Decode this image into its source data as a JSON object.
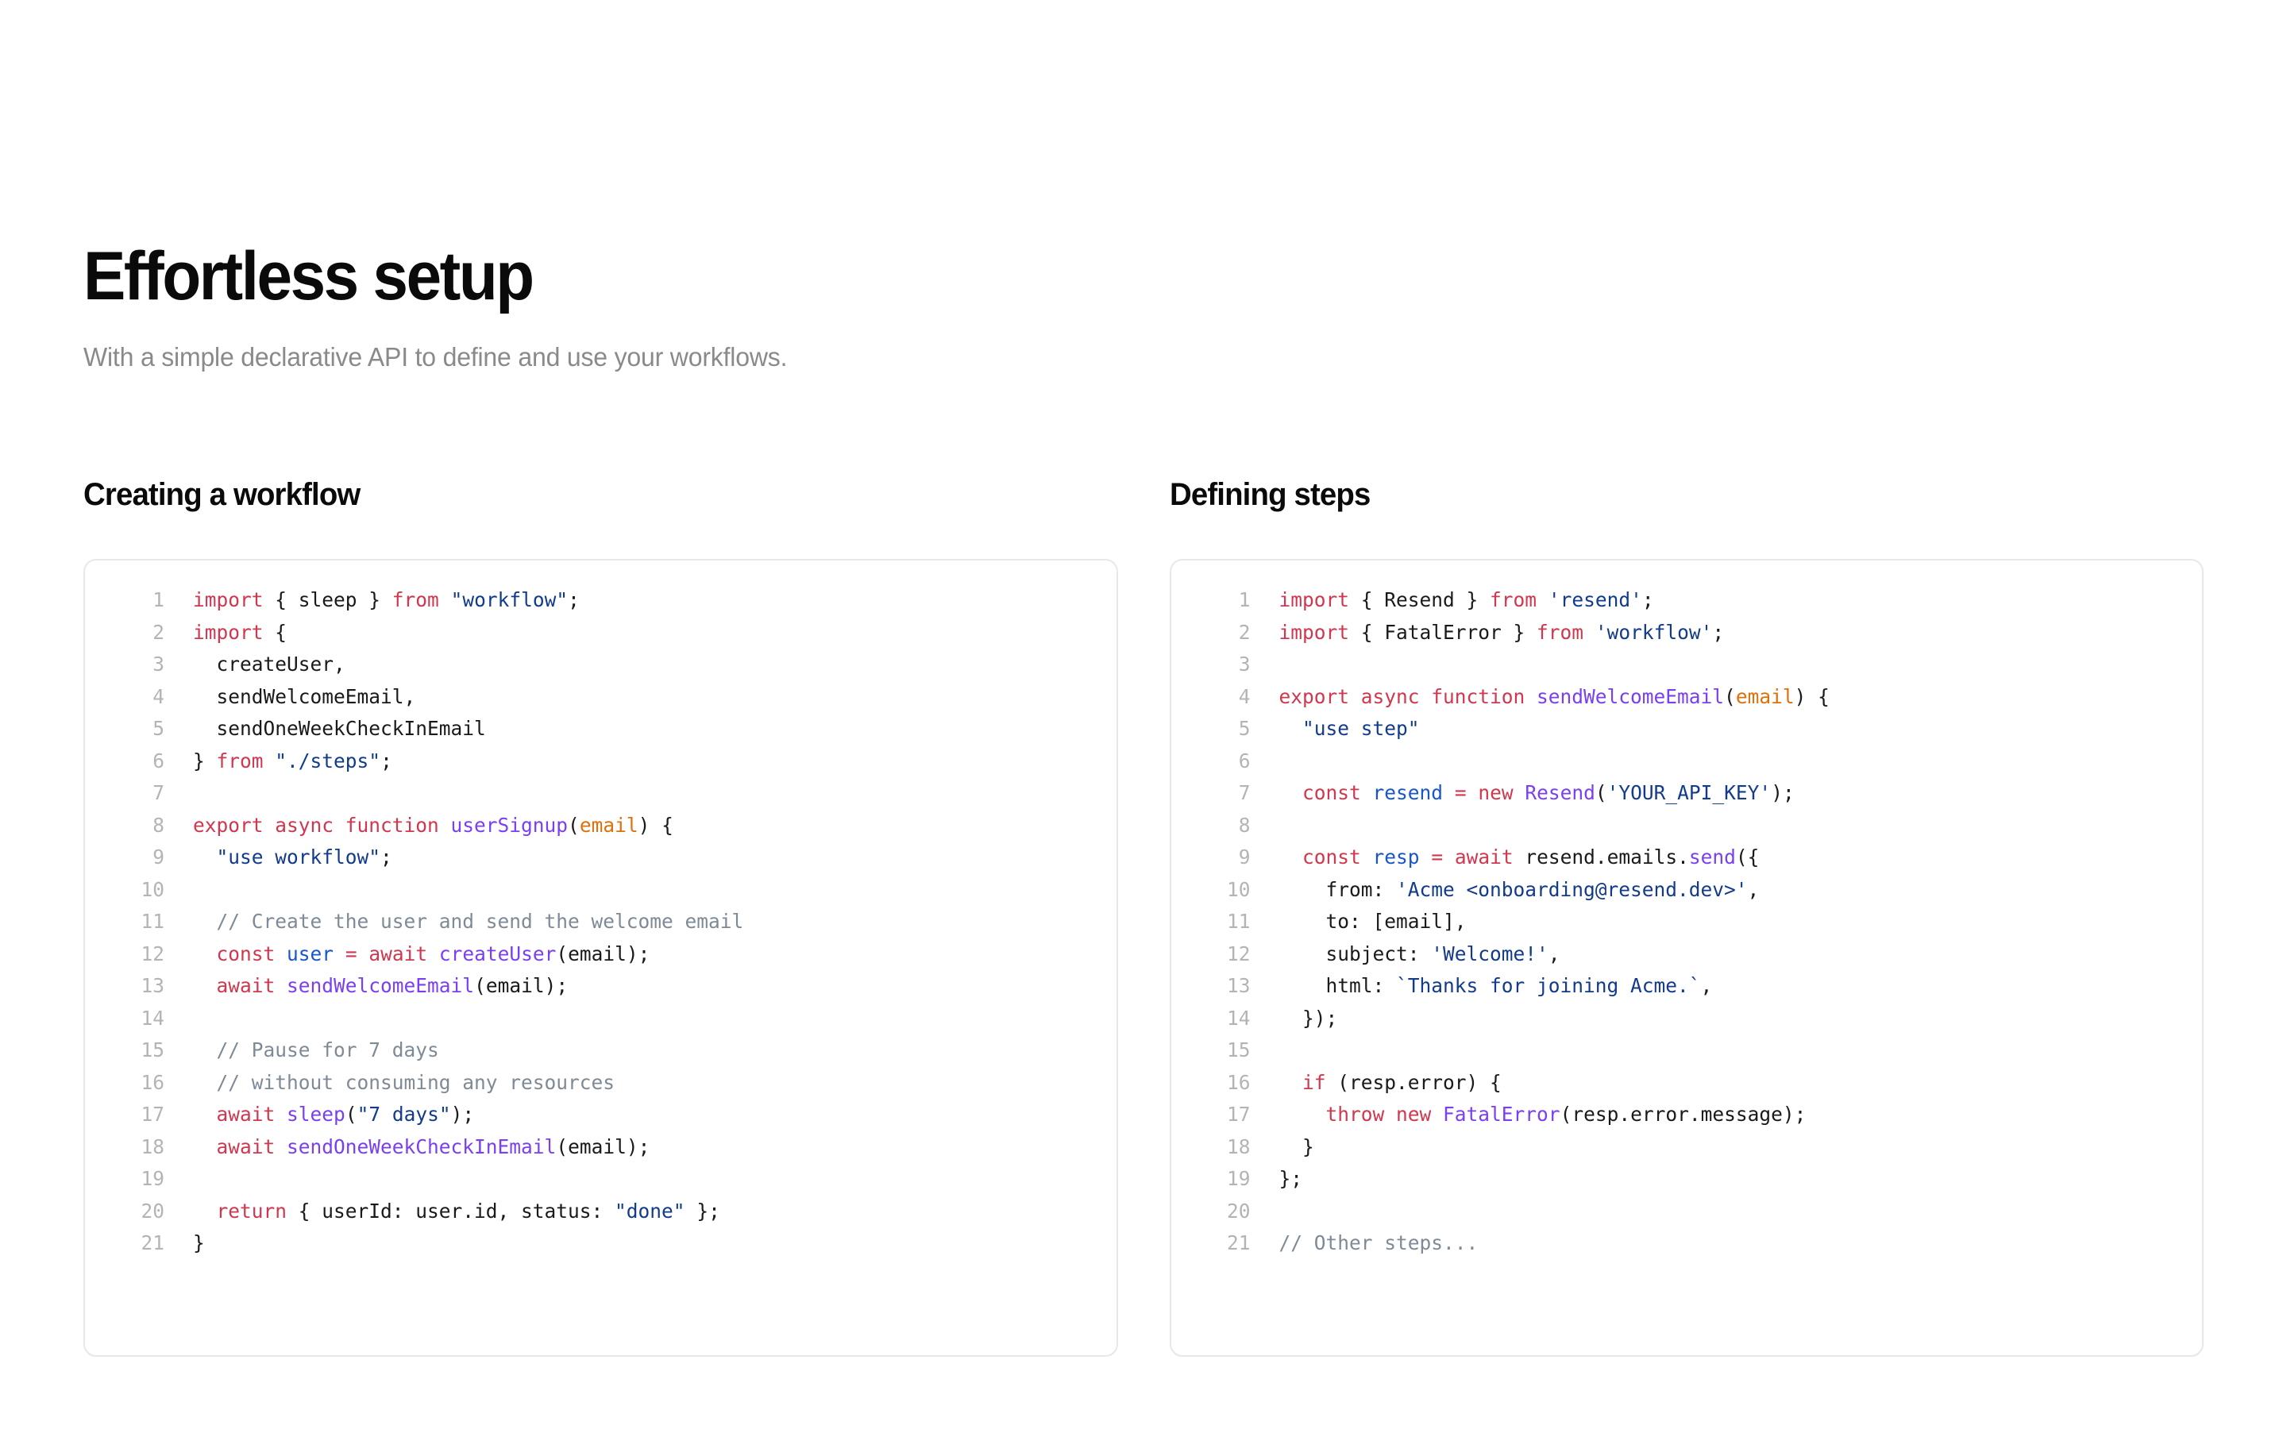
{
  "hero": {
    "title": "Effortless setup",
    "subtitle": "With a simple declarative API to define and use your workflows."
  },
  "colors": {
    "keyword": "#d1374e",
    "string": "#123b8c",
    "function": "#7b3ff2",
    "variable": "#1757c9",
    "parameter": "#e0700a",
    "comment": "#7e8a96",
    "plain": "#1a1a1a",
    "line_number": "#b4b4b4",
    "card_border": "#e8e8e8",
    "title": "#0a0a0a",
    "subtitle": "#8a8a8a",
    "background": "#ffffff"
  },
  "columns": [
    {
      "heading": "Creating a workflow",
      "code": {
        "language": "typescript",
        "total_lines": 21,
        "lines": [
          {
            "n": 1,
            "tokens": [
              {
                "t": "import",
                "c": "kw"
              },
              {
                "t": " { sleep } ",
                "c": "pln"
              },
              {
                "t": "from",
                "c": "kw"
              },
              {
                "t": " ",
                "c": "pln"
              },
              {
                "t": "\"workflow\"",
                "c": "str"
              },
              {
                "t": ";",
                "c": "pln"
              }
            ]
          },
          {
            "n": 2,
            "tokens": [
              {
                "t": "import",
                "c": "kw"
              },
              {
                "t": " {",
                "c": "pln"
              }
            ]
          },
          {
            "n": 3,
            "tokens": [
              {
                "t": "  createUser,",
                "c": "pln"
              }
            ]
          },
          {
            "n": 4,
            "tokens": [
              {
                "t": "  sendWelcomeEmail,",
                "c": "pln"
              }
            ]
          },
          {
            "n": 5,
            "tokens": [
              {
                "t": "  sendOneWeekCheckInEmail",
                "c": "pln"
              }
            ]
          },
          {
            "n": 6,
            "tokens": [
              {
                "t": "} ",
                "c": "pln"
              },
              {
                "t": "from",
                "c": "kw"
              },
              {
                "t": " ",
                "c": "pln"
              },
              {
                "t": "\"./steps\"",
                "c": "str"
              },
              {
                "t": ";",
                "c": "pln"
              }
            ]
          },
          {
            "n": 7,
            "tokens": []
          },
          {
            "n": 8,
            "tokens": [
              {
                "t": "export async function",
                "c": "kw"
              },
              {
                "t": " ",
                "c": "pln"
              },
              {
                "t": "userSignup",
                "c": "fn"
              },
              {
                "t": "(",
                "c": "pln"
              },
              {
                "t": "email",
                "c": "param"
              },
              {
                "t": ") {",
                "c": "pln"
              }
            ]
          },
          {
            "n": 9,
            "tokens": [
              {
                "t": "  ",
                "c": "pln"
              },
              {
                "t": "\"use workflow\"",
                "c": "str"
              },
              {
                "t": ";",
                "c": "pln"
              }
            ]
          },
          {
            "n": 10,
            "tokens": []
          },
          {
            "n": 11,
            "tokens": [
              {
                "t": "  // Create the user and send the welcome email",
                "c": "com"
              }
            ]
          },
          {
            "n": 12,
            "tokens": [
              {
                "t": "  ",
                "c": "pln"
              },
              {
                "t": "const",
                "c": "kw"
              },
              {
                "t": " ",
                "c": "pln"
              },
              {
                "t": "user",
                "c": "var"
              },
              {
                "t": " ",
                "c": "pln"
              },
              {
                "t": "=",
                "c": "kw"
              },
              {
                "t": " ",
                "c": "pln"
              },
              {
                "t": "await",
                "c": "kw"
              },
              {
                "t": " ",
                "c": "pln"
              },
              {
                "t": "createUser",
                "c": "fn"
              },
              {
                "t": "(email);",
                "c": "pln"
              }
            ]
          },
          {
            "n": 13,
            "tokens": [
              {
                "t": "  ",
                "c": "pln"
              },
              {
                "t": "await",
                "c": "kw"
              },
              {
                "t": " ",
                "c": "pln"
              },
              {
                "t": "sendWelcomeEmail",
                "c": "fn"
              },
              {
                "t": "(email);",
                "c": "pln"
              }
            ]
          },
          {
            "n": 14,
            "tokens": []
          },
          {
            "n": 15,
            "tokens": [
              {
                "t": "  // Pause for 7 days",
                "c": "com"
              }
            ]
          },
          {
            "n": 16,
            "tokens": [
              {
                "t": "  // without consuming any resources",
                "c": "com"
              }
            ]
          },
          {
            "n": 17,
            "tokens": [
              {
                "t": "  ",
                "c": "pln"
              },
              {
                "t": "await",
                "c": "kw"
              },
              {
                "t": " ",
                "c": "pln"
              },
              {
                "t": "sleep",
                "c": "fn"
              },
              {
                "t": "(",
                "c": "pln"
              },
              {
                "t": "\"7 days\"",
                "c": "str"
              },
              {
                "t": ");",
                "c": "pln"
              }
            ]
          },
          {
            "n": 18,
            "tokens": [
              {
                "t": "  ",
                "c": "pln"
              },
              {
                "t": "await",
                "c": "kw"
              },
              {
                "t": " ",
                "c": "pln"
              },
              {
                "t": "sendOneWeekCheckInEmail",
                "c": "fn"
              },
              {
                "t": "(email);",
                "c": "pln"
              }
            ]
          },
          {
            "n": 19,
            "tokens": []
          },
          {
            "n": 20,
            "tokens": [
              {
                "t": "  ",
                "c": "pln"
              },
              {
                "t": "return",
                "c": "kw"
              },
              {
                "t": " { userId: user.id, status: ",
                "c": "pln"
              },
              {
                "t": "\"done\"",
                "c": "str"
              },
              {
                "t": " };",
                "c": "pln"
              }
            ]
          },
          {
            "n": 21,
            "tokens": [
              {
                "t": "}",
                "c": "pln"
              }
            ]
          }
        ]
      }
    },
    {
      "heading": "Defining steps",
      "code": {
        "language": "typescript",
        "total_lines": 21,
        "lines": [
          {
            "n": 1,
            "tokens": [
              {
                "t": "import",
                "c": "kw"
              },
              {
                "t": " { Resend } ",
                "c": "pln"
              },
              {
                "t": "from",
                "c": "kw"
              },
              {
                "t": " ",
                "c": "pln"
              },
              {
                "t": "'resend'",
                "c": "str"
              },
              {
                "t": ";",
                "c": "pln"
              }
            ]
          },
          {
            "n": 2,
            "tokens": [
              {
                "t": "import",
                "c": "kw"
              },
              {
                "t": " { FatalError } ",
                "c": "pln"
              },
              {
                "t": "from",
                "c": "kw"
              },
              {
                "t": " ",
                "c": "pln"
              },
              {
                "t": "'workflow'",
                "c": "str"
              },
              {
                "t": ";",
                "c": "pln"
              }
            ]
          },
          {
            "n": 3,
            "tokens": []
          },
          {
            "n": 4,
            "tokens": [
              {
                "t": "export async function",
                "c": "kw"
              },
              {
                "t": " ",
                "c": "pln"
              },
              {
                "t": "sendWelcomeEmail",
                "c": "fn"
              },
              {
                "t": "(",
                "c": "pln"
              },
              {
                "t": "email",
                "c": "param"
              },
              {
                "t": ") {",
                "c": "pln"
              }
            ]
          },
          {
            "n": 5,
            "tokens": [
              {
                "t": "  ",
                "c": "pln"
              },
              {
                "t": "\"use step\"",
                "c": "str"
              }
            ]
          },
          {
            "n": 6,
            "tokens": []
          },
          {
            "n": 7,
            "tokens": [
              {
                "t": "  ",
                "c": "pln"
              },
              {
                "t": "const",
                "c": "kw"
              },
              {
                "t": " ",
                "c": "pln"
              },
              {
                "t": "resend",
                "c": "var"
              },
              {
                "t": " ",
                "c": "pln"
              },
              {
                "t": "=",
                "c": "kw"
              },
              {
                "t": " ",
                "c": "pln"
              },
              {
                "t": "new",
                "c": "kw"
              },
              {
                "t": " ",
                "c": "pln"
              },
              {
                "t": "Resend",
                "c": "fn"
              },
              {
                "t": "(",
                "c": "pln"
              },
              {
                "t": "'YOUR_API_KEY'",
                "c": "str"
              },
              {
                "t": ");",
                "c": "pln"
              }
            ]
          },
          {
            "n": 8,
            "tokens": []
          },
          {
            "n": 9,
            "tokens": [
              {
                "t": "  ",
                "c": "pln"
              },
              {
                "t": "const",
                "c": "kw"
              },
              {
                "t": " ",
                "c": "pln"
              },
              {
                "t": "resp",
                "c": "var"
              },
              {
                "t": " ",
                "c": "pln"
              },
              {
                "t": "=",
                "c": "kw"
              },
              {
                "t": " ",
                "c": "pln"
              },
              {
                "t": "await",
                "c": "kw"
              },
              {
                "t": " resend.emails.",
                "c": "pln"
              },
              {
                "t": "send",
                "c": "fn"
              },
              {
                "t": "({",
                "c": "pln"
              }
            ]
          },
          {
            "n": 10,
            "tokens": [
              {
                "t": "    from: ",
                "c": "pln"
              },
              {
                "t": "'Acme <onboarding@resend.dev>'",
                "c": "str"
              },
              {
                "t": ",",
                "c": "pln"
              }
            ]
          },
          {
            "n": 11,
            "tokens": [
              {
                "t": "    to: [email],",
                "c": "pln"
              }
            ]
          },
          {
            "n": 12,
            "tokens": [
              {
                "t": "    subject: ",
                "c": "pln"
              },
              {
                "t": "'Welcome!'",
                "c": "str"
              },
              {
                "t": ",",
                "c": "pln"
              }
            ]
          },
          {
            "n": 13,
            "tokens": [
              {
                "t": "    html: ",
                "c": "pln"
              },
              {
                "t": "`Thanks for joining Acme.`",
                "c": "str"
              },
              {
                "t": ",",
                "c": "pln"
              }
            ]
          },
          {
            "n": 14,
            "tokens": [
              {
                "t": "  });",
                "c": "pln"
              }
            ]
          },
          {
            "n": 15,
            "tokens": []
          },
          {
            "n": 16,
            "tokens": [
              {
                "t": "  ",
                "c": "pln"
              },
              {
                "t": "if",
                "c": "kw"
              },
              {
                "t": " (resp.error) {",
                "c": "pln"
              }
            ]
          },
          {
            "n": 17,
            "tokens": [
              {
                "t": "    ",
                "c": "pln"
              },
              {
                "t": "throw new",
                "c": "kw"
              },
              {
                "t": " ",
                "c": "pln"
              },
              {
                "t": "FatalError",
                "c": "fn"
              },
              {
                "t": "(resp.error.message);",
                "c": "pln"
              }
            ]
          },
          {
            "n": 18,
            "tokens": [
              {
                "t": "  }",
                "c": "pln"
              }
            ]
          },
          {
            "n": 19,
            "tokens": [
              {
                "t": "};",
                "c": "pln"
              }
            ]
          },
          {
            "n": 20,
            "tokens": []
          },
          {
            "n": 21,
            "tokens": [
              {
                "t": "// Other steps...",
                "c": "com"
              }
            ]
          }
        ]
      }
    }
  ]
}
